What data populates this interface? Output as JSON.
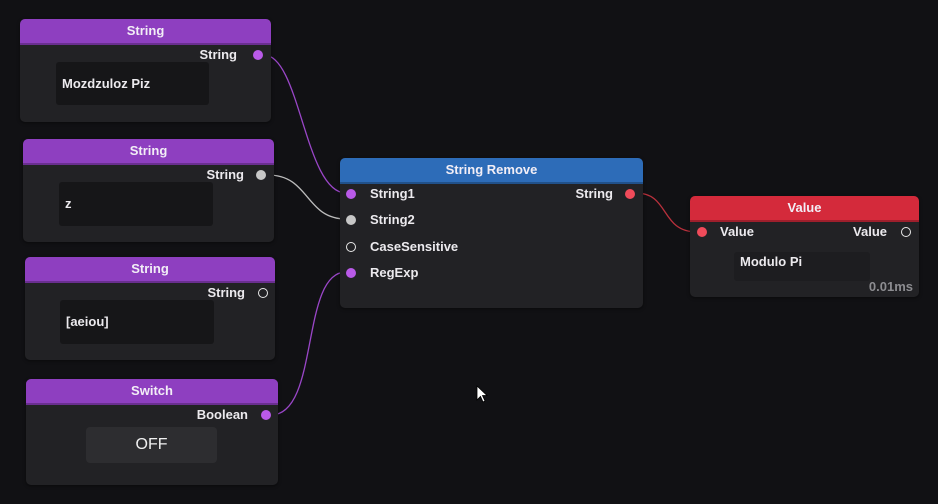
{
  "canvas": {
    "background": "#111114"
  },
  "nodes": [
    {
      "id": "string1",
      "title": "String",
      "header_color": "#8e3fc0",
      "output_label": "String",
      "value": "Mozdzuloz Piz"
    },
    {
      "id": "string2",
      "title": "String",
      "header_color": "#8e3fc0",
      "output_label": "String",
      "value": "z"
    },
    {
      "id": "string3",
      "title": "String",
      "header_color": "#8e3fc0",
      "output_label": "String",
      "value": "[aeiou]"
    },
    {
      "id": "switch",
      "title": "Switch",
      "header_color": "#8e3fc0",
      "output_label": "Boolean",
      "value": "OFF"
    },
    {
      "id": "string_remove",
      "title": "String Remove",
      "header_color": "#2d6cb8",
      "inputs": [
        "String1",
        "String2",
        "CaseSensitive",
        "RegExp"
      ],
      "output_label": "String"
    },
    {
      "id": "value",
      "title": "Value",
      "header_color": "#d42a3b",
      "input_label": "Value",
      "output_label": "Value",
      "value": "Modulo Pi",
      "timing": "0.01ms"
    }
  ],
  "connections": [
    {
      "from": "string1.String",
      "to": "string_remove.String1",
      "color": "#9a46c8"
    },
    {
      "from": "string2.String",
      "to": "string_remove.String2",
      "color": "#bcbcbc"
    },
    {
      "from": "switch.Boolean",
      "to": "string_remove.RegExp",
      "color": "#9a46c8"
    },
    {
      "from": "string_remove.String",
      "to": "value.Value",
      "color": "#b8303c"
    }
  ],
  "colors": {
    "string_port": "#b95ae8",
    "generic_port": "#c7c7c7",
    "value_port": "#f04b5a"
  }
}
